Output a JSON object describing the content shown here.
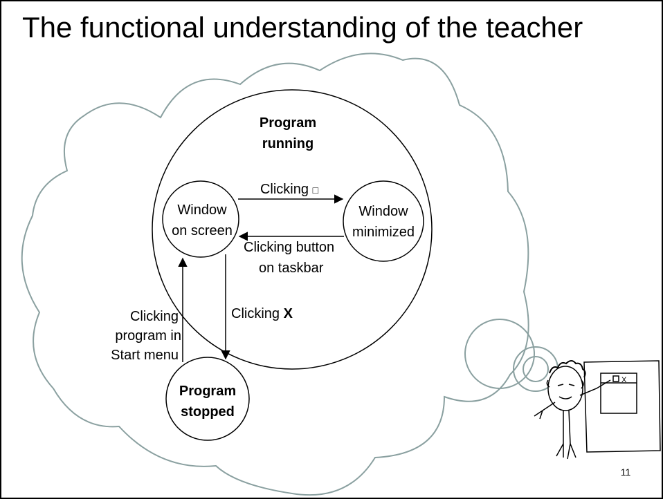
{
  "slide": {
    "title": "The functional understanding of the teacher",
    "page_number": "11"
  },
  "diagram": {
    "states": {
      "running": {
        "line1": "Program",
        "line2": "running"
      },
      "window_on_screen": {
        "line1": "Window",
        "line2": "on screen"
      },
      "window_minimized": {
        "line1": "Window",
        "line2": "minimized"
      },
      "program_stopped": {
        "line1": "Program",
        "line2": "stopped"
      }
    },
    "transitions": {
      "minimize": {
        "text": "Clicking",
        "symbol": "□"
      },
      "restore": {
        "line1": "Clicking button",
        "line2": "on taskbar"
      },
      "close": {
        "text": "Clicking",
        "symbol": "X"
      },
      "start": {
        "line1": "Clicking",
        "line2": "program in",
        "line3": "Start menu"
      }
    }
  },
  "illustration": {
    "window_buttons": "□ X",
    "colors": {
      "cloud_outline": "#8aa0a0",
      "lines": "#000000"
    }
  }
}
